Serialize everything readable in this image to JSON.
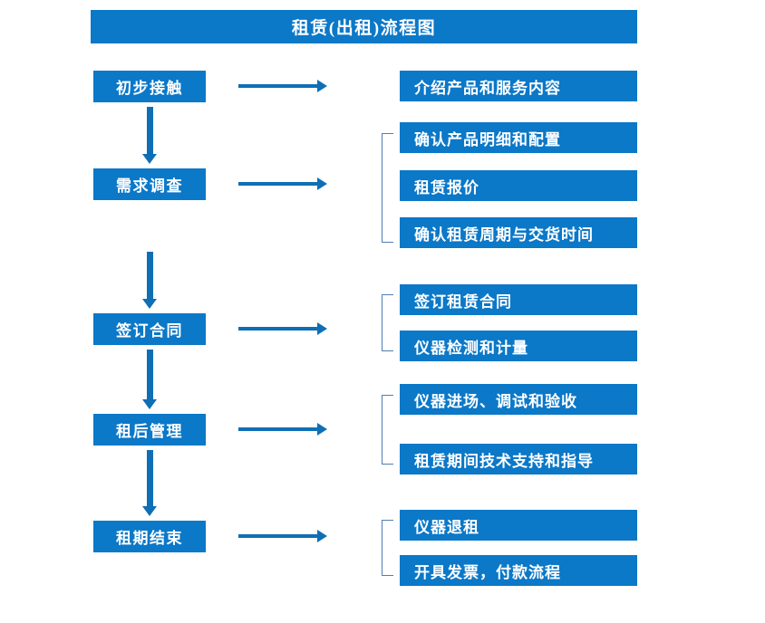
{
  "diagram": {
    "title": "租赁(出租)流程图",
    "theme": {
      "box_fill": "#0b78c8",
      "box_text": "#ffffff",
      "arrow": "#0f6fb5",
      "bracket": "#4f7fb3",
      "background": "#ffffff"
    },
    "stages": [
      {
        "label": "初步接触"
      },
      {
        "label": "需求调查"
      },
      {
        "label": "签订合同"
      },
      {
        "label": "租后管理"
      },
      {
        "label": "租期结束"
      }
    ],
    "details": [
      {
        "label": "介绍产品和服务内容"
      },
      {
        "label": "确认产品明细和配置"
      },
      {
        "label": "租赁报价"
      },
      {
        "label": "确认租赁周期与交货时间"
      },
      {
        "label": "签订租赁合同"
      },
      {
        "label": "仪器检测和计量"
      },
      {
        "label": "仪器进场、调试和验收"
      },
      {
        "label": "租赁期间技术支持和指导"
      },
      {
        "label": "仪器退租"
      },
      {
        "label": "开具发票，付款流程"
      }
    ]
  }
}
